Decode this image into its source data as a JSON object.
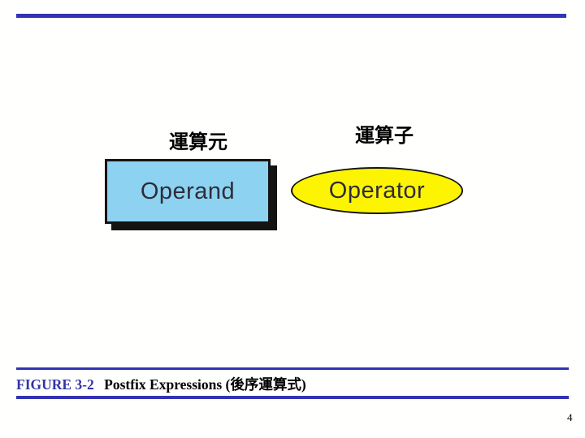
{
  "slide": {
    "background_color": "#fffffe",
    "accent_color": "#3333b3"
  },
  "diagram": {
    "operand": {
      "label_cjk": "運算元",
      "shape_text": "Operand",
      "fill_color": "#8dd2f0",
      "shape": "rectangle-with-shadow"
    },
    "operator": {
      "label_cjk": "運算子",
      "shape_text": "Operator",
      "fill_color": "#fdf402",
      "shape": "ellipse"
    }
  },
  "caption": {
    "figure_ref": "FIGURE 3-2",
    "figure_ref_color": "#3333a6",
    "title": "Postfix Expressions (後序運算式)"
  },
  "footer": {
    "page_number": "4"
  }
}
